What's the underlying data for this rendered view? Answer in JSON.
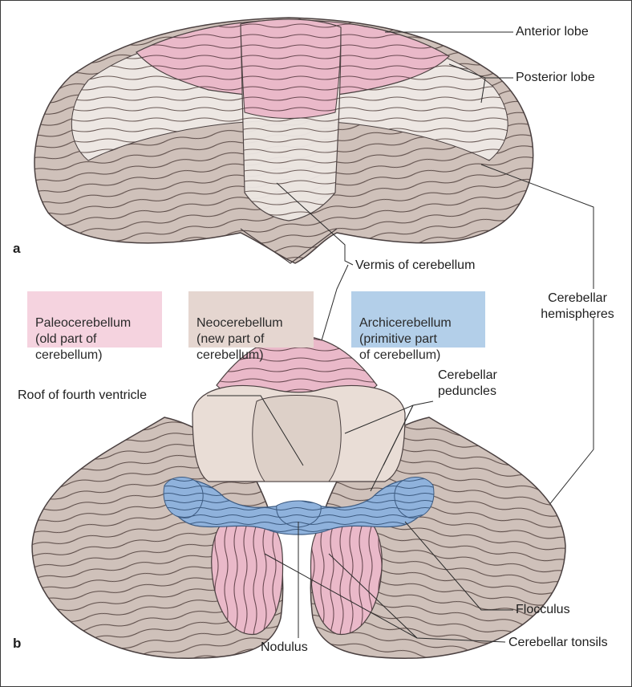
{
  "labels": {
    "anterior_lobe": "Anterior lobe",
    "posterior_lobe": "Posterior lobe",
    "vermis": "Vermis of cerebellum",
    "hemispheres": "Cerebellar\nhemispheres",
    "roof": "Roof of fourth ventricle",
    "peduncles": "Cerebellar\npeduncles",
    "flocculus": "Flocculus",
    "nodulus": "Nodulus",
    "tonsils": "Cerebellar tonsils"
  },
  "panels": {
    "a": "a",
    "b": "b"
  },
  "legend": [
    {
      "text": "Paleocerebellum\n(old part of\ncerebellum)",
      "color": "#f5d3df"
    },
    {
      "text": "Neocerebellum\n(new part of\ncerebellum)",
      "color": "#e5d6d0"
    },
    {
      "text": "Archicerebellum\n(primitive part\nof cerebellum)",
      "color": "#b3cfe9"
    }
  ],
  "colors": {
    "paleo": "#eab9c9",
    "neo": "#cfc1ba",
    "archi": "#8fb2dc",
    "vermis_light": "#f0eeec",
    "outline": "#4a4040"
  }
}
